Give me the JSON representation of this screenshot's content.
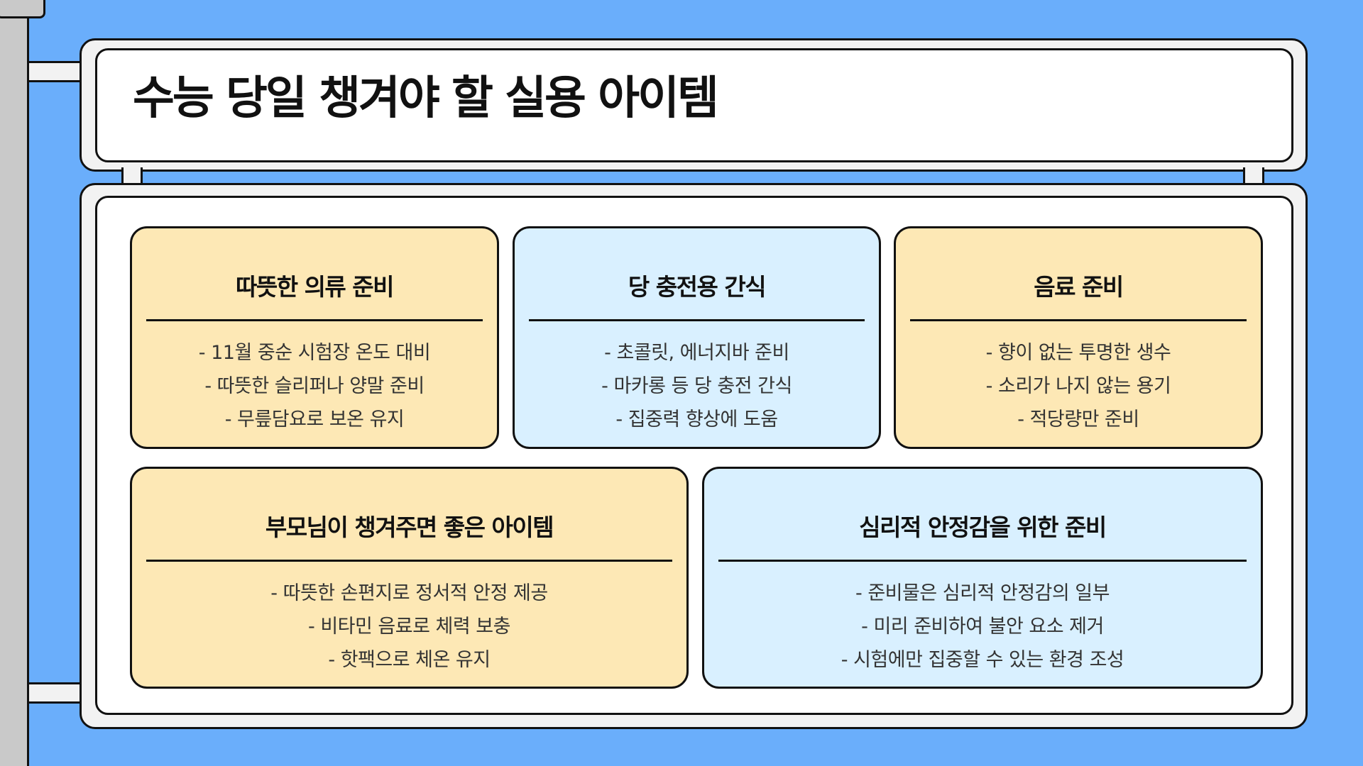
{
  "colors": {
    "background": "#6aaefb",
    "card_yellow": "#fde8b5",
    "card_blue": "#d9f0ff",
    "outline": "#111111"
  },
  "header": {
    "title": "수능 당일 챙겨야 할 실용 아이템"
  },
  "cards": [
    {
      "title": "따뜻한 의류 준비",
      "items": [
        "- 11월 중순 시험장 온도 대비",
        "- 따뜻한 슬리퍼나 양말 준비",
        "- 무릎담요로 보온 유지"
      ]
    },
    {
      "title": "당 충전용 간식",
      "items": [
        "- 초콜릿, 에너지바 준비",
        "- 마카롱 등 당 충전 간식",
        "- 집중력 향상에 도움"
      ]
    },
    {
      "title": "음료 준비",
      "items": [
        "- 향이 없는 투명한 생수",
        "- 소리가 나지 않는 용기",
        "- 적당량만 준비"
      ]
    },
    {
      "title": "부모님이 챙겨주면 좋은 아이템",
      "items": [
        "- 따뜻한 손편지로 정서적 안정 제공",
        "- 비타민 음료로 체력 보충",
        "- 핫팩으로 체온 유지"
      ]
    },
    {
      "title": "심리적 안정감을 위한 준비",
      "items": [
        "- 준비물은 심리적 안정감의 일부",
        "- 미리 준비하여 불안 요소 제거",
        "- 시험에만 집중할 수 있는 환경 조성"
      ]
    }
  ]
}
